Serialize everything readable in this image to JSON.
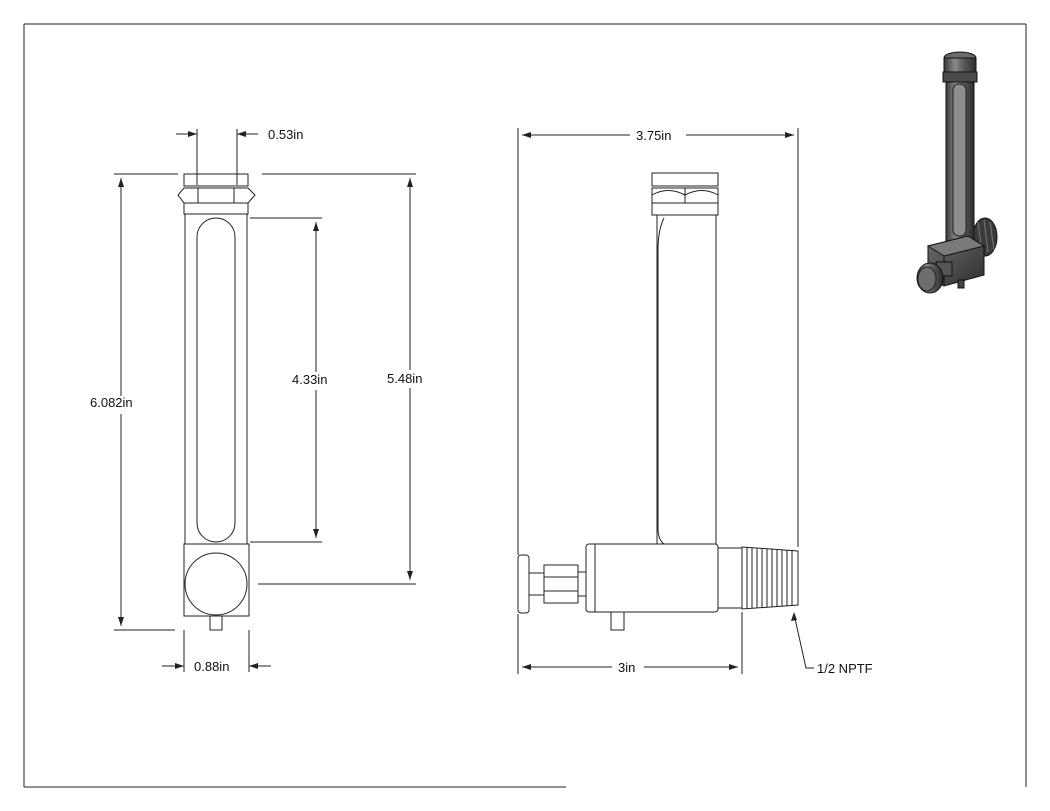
{
  "dimensions": {
    "hex_width": "0.53in",
    "overall_height": "6.082in",
    "window_height": "4.33in",
    "center_height": "5.48in",
    "base_width": "0.88in",
    "overall_length": "3.75in",
    "body_length": "3in"
  },
  "callouts": {
    "thread": "1/2 NPTF"
  }
}
